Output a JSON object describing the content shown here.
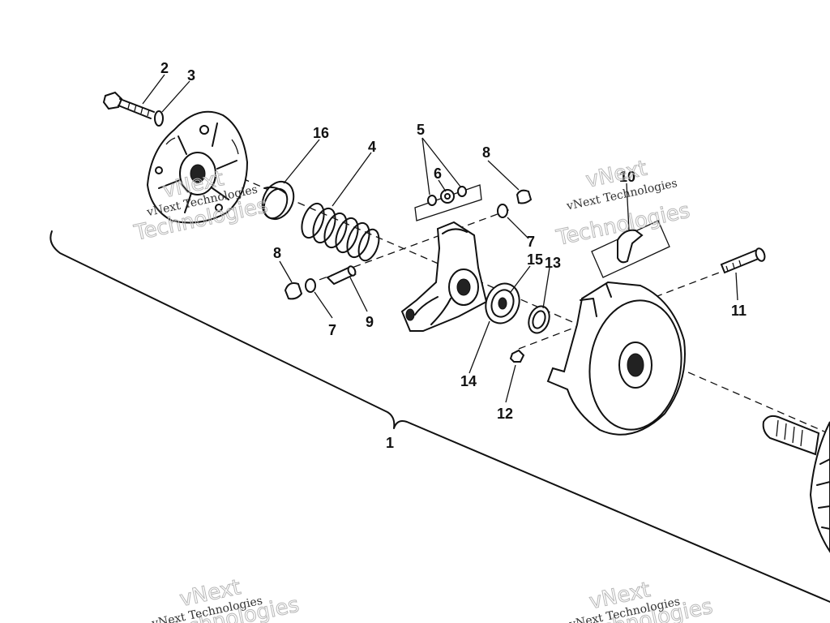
{
  "callouts": {
    "c1": "1",
    "c2": "2",
    "c3": "3",
    "c4": "4",
    "c5": "5",
    "c6": "6",
    "c7a": "7",
    "c7b": "7",
    "c8a": "8",
    "c8b": "8",
    "c9": "9",
    "c10": "10",
    "c11": "11",
    "c12": "12",
    "c13": "13",
    "c14": "14",
    "c15": "15",
    "c16": "16"
  },
  "watermark": {
    "brand_line1": "vNext",
    "brand_line2": "Technologies",
    "brand_small": "vNext Technologies"
  },
  "colors": {
    "ink": "#111111",
    "paper": "#ffffff",
    "watermark": "#b8b8b8"
  }
}
